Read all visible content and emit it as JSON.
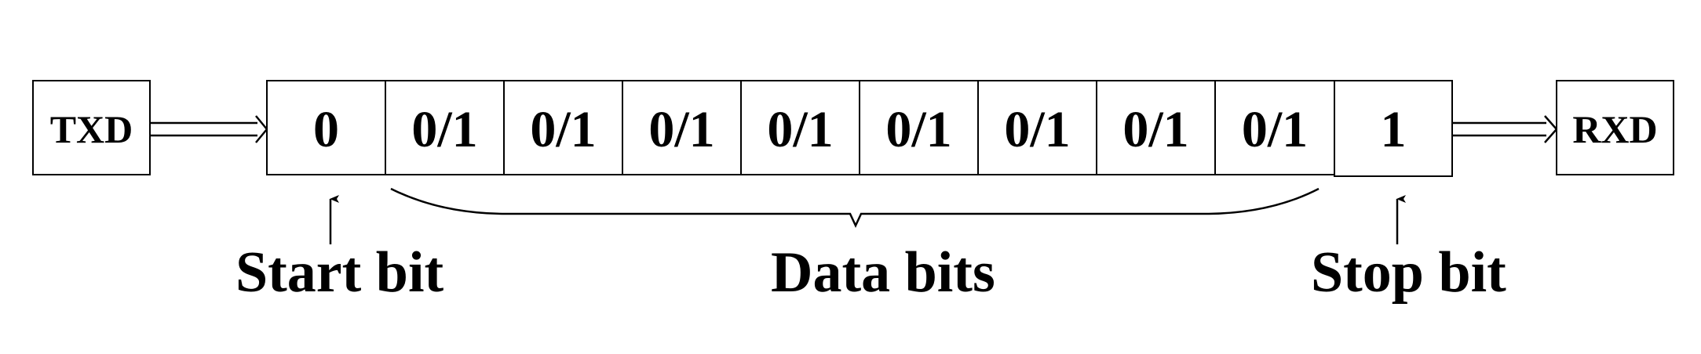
{
  "transmitter": {
    "label": "TXD"
  },
  "receiver": {
    "label": "RXD"
  },
  "frame": {
    "start_bit": "0",
    "data_bits": [
      "0/1",
      "0/1",
      "0/1",
      "0/1",
      "0/1",
      "0/1",
      "0/1",
      "0/1"
    ],
    "stop_bit": "1"
  },
  "labels": {
    "start": "Start bit",
    "data": "Data bits",
    "stop": "Stop bit"
  }
}
